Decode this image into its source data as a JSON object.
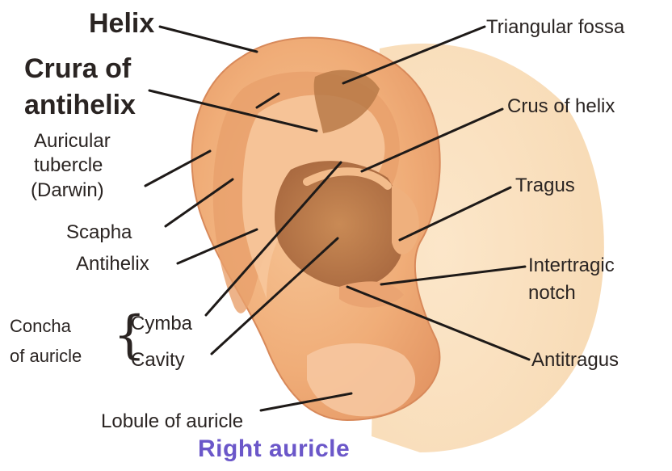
{
  "labels": {
    "helix": "Helix",
    "crura_line1": "Crura of",
    "crura_line2": "antihelix",
    "auricular_line1": "Auricular",
    "auricular_line2": "tubercle",
    "auricular_line3": "(Darwin)",
    "scapha": "Scapha",
    "antihelix": "Antihelix",
    "concha_line1": "Concha",
    "concha_line2": "of auricle",
    "cymba": "Cymba",
    "cavity": "Cavity",
    "lobule": "Lobule of auricle",
    "triangular_fossa": "Triangular fossa",
    "crus_of_helix": "Crus of helix",
    "tragus": "Tragus",
    "intertragic_line1": "Intertragic",
    "intertragic_line2": "notch",
    "antitragus": "Antitragus"
  },
  "caption": "Right auricle",
  "colors": {
    "skin": "#f2b27e",
    "skin_dark": "#c97a4a",
    "skin_shadow": "#a45a33",
    "label_text": "#2a2422",
    "caption": "#6b57c9"
  }
}
